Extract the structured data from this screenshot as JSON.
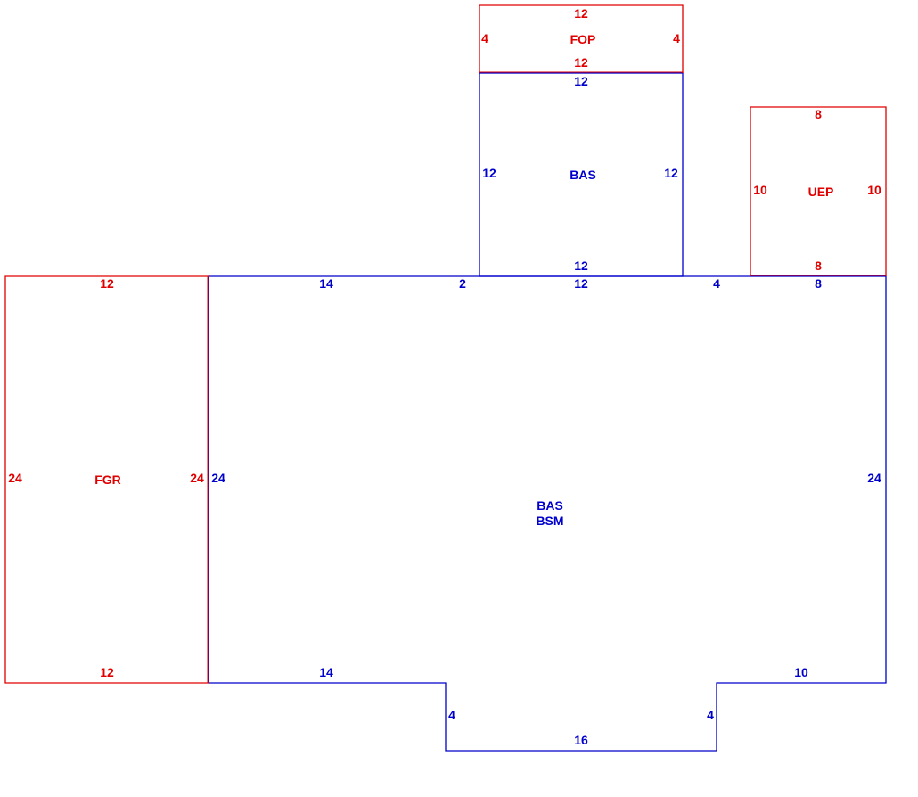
{
  "colors": {
    "red": "#e00000",
    "blue": "#0000cc"
  },
  "areas": {
    "fop": {
      "code": "FOP",
      "color": "red",
      "dims": {
        "top": "12",
        "left": "4",
        "right": "4",
        "bottom": "12"
      }
    },
    "bas_upper": {
      "code": "BAS",
      "color": "blue",
      "dims": {
        "top": "12",
        "left": "12",
        "right": "12",
        "bottom": "12"
      }
    },
    "uep": {
      "code": "UEP",
      "color": "red",
      "dims": {
        "top": "8",
        "left": "10",
        "right": "10",
        "bottom": "8"
      }
    },
    "fgr": {
      "code": "FGR",
      "color": "red",
      "dims": {
        "top": "12",
        "left": "24",
        "right": "24",
        "bottom": "12"
      }
    },
    "bas_main": {
      "code_line1": "BAS",
      "code_line2": "BSM",
      "color": "blue",
      "dims": {
        "top_seg1": "14",
        "top_seg2": "2",
        "top_seg3": "12",
        "top_seg4": "4",
        "top_seg5": "8",
        "left": "24",
        "right": "24",
        "bottom_left": "14",
        "bump_left": "4",
        "bump_bottom": "16",
        "bump_right": "4",
        "bottom_right": "10"
      }
    }
  }
}
